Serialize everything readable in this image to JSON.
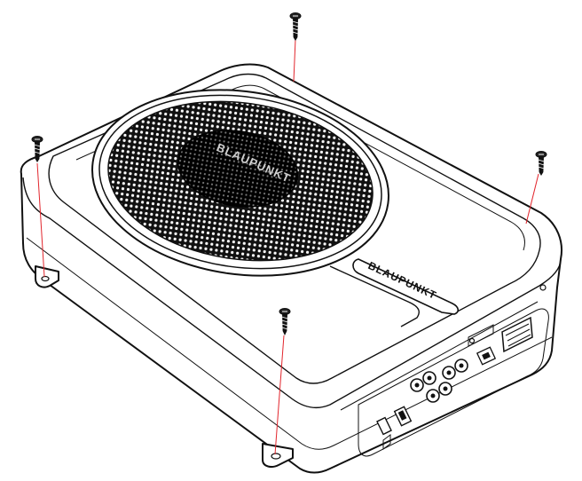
{
  "brand": {
    "label": "BLAUPUNKT",
    "cone_text": "BLAUPUNKT"
  },
  "colors": {
    "outline": "#111111",
    "guide_line": "#e2262d",
    "background": "#ffffff"
  },
  "screws": [
    "screw-top",
    "screw-left",
    "screw-right",
    "screw-front"
  ]
}
